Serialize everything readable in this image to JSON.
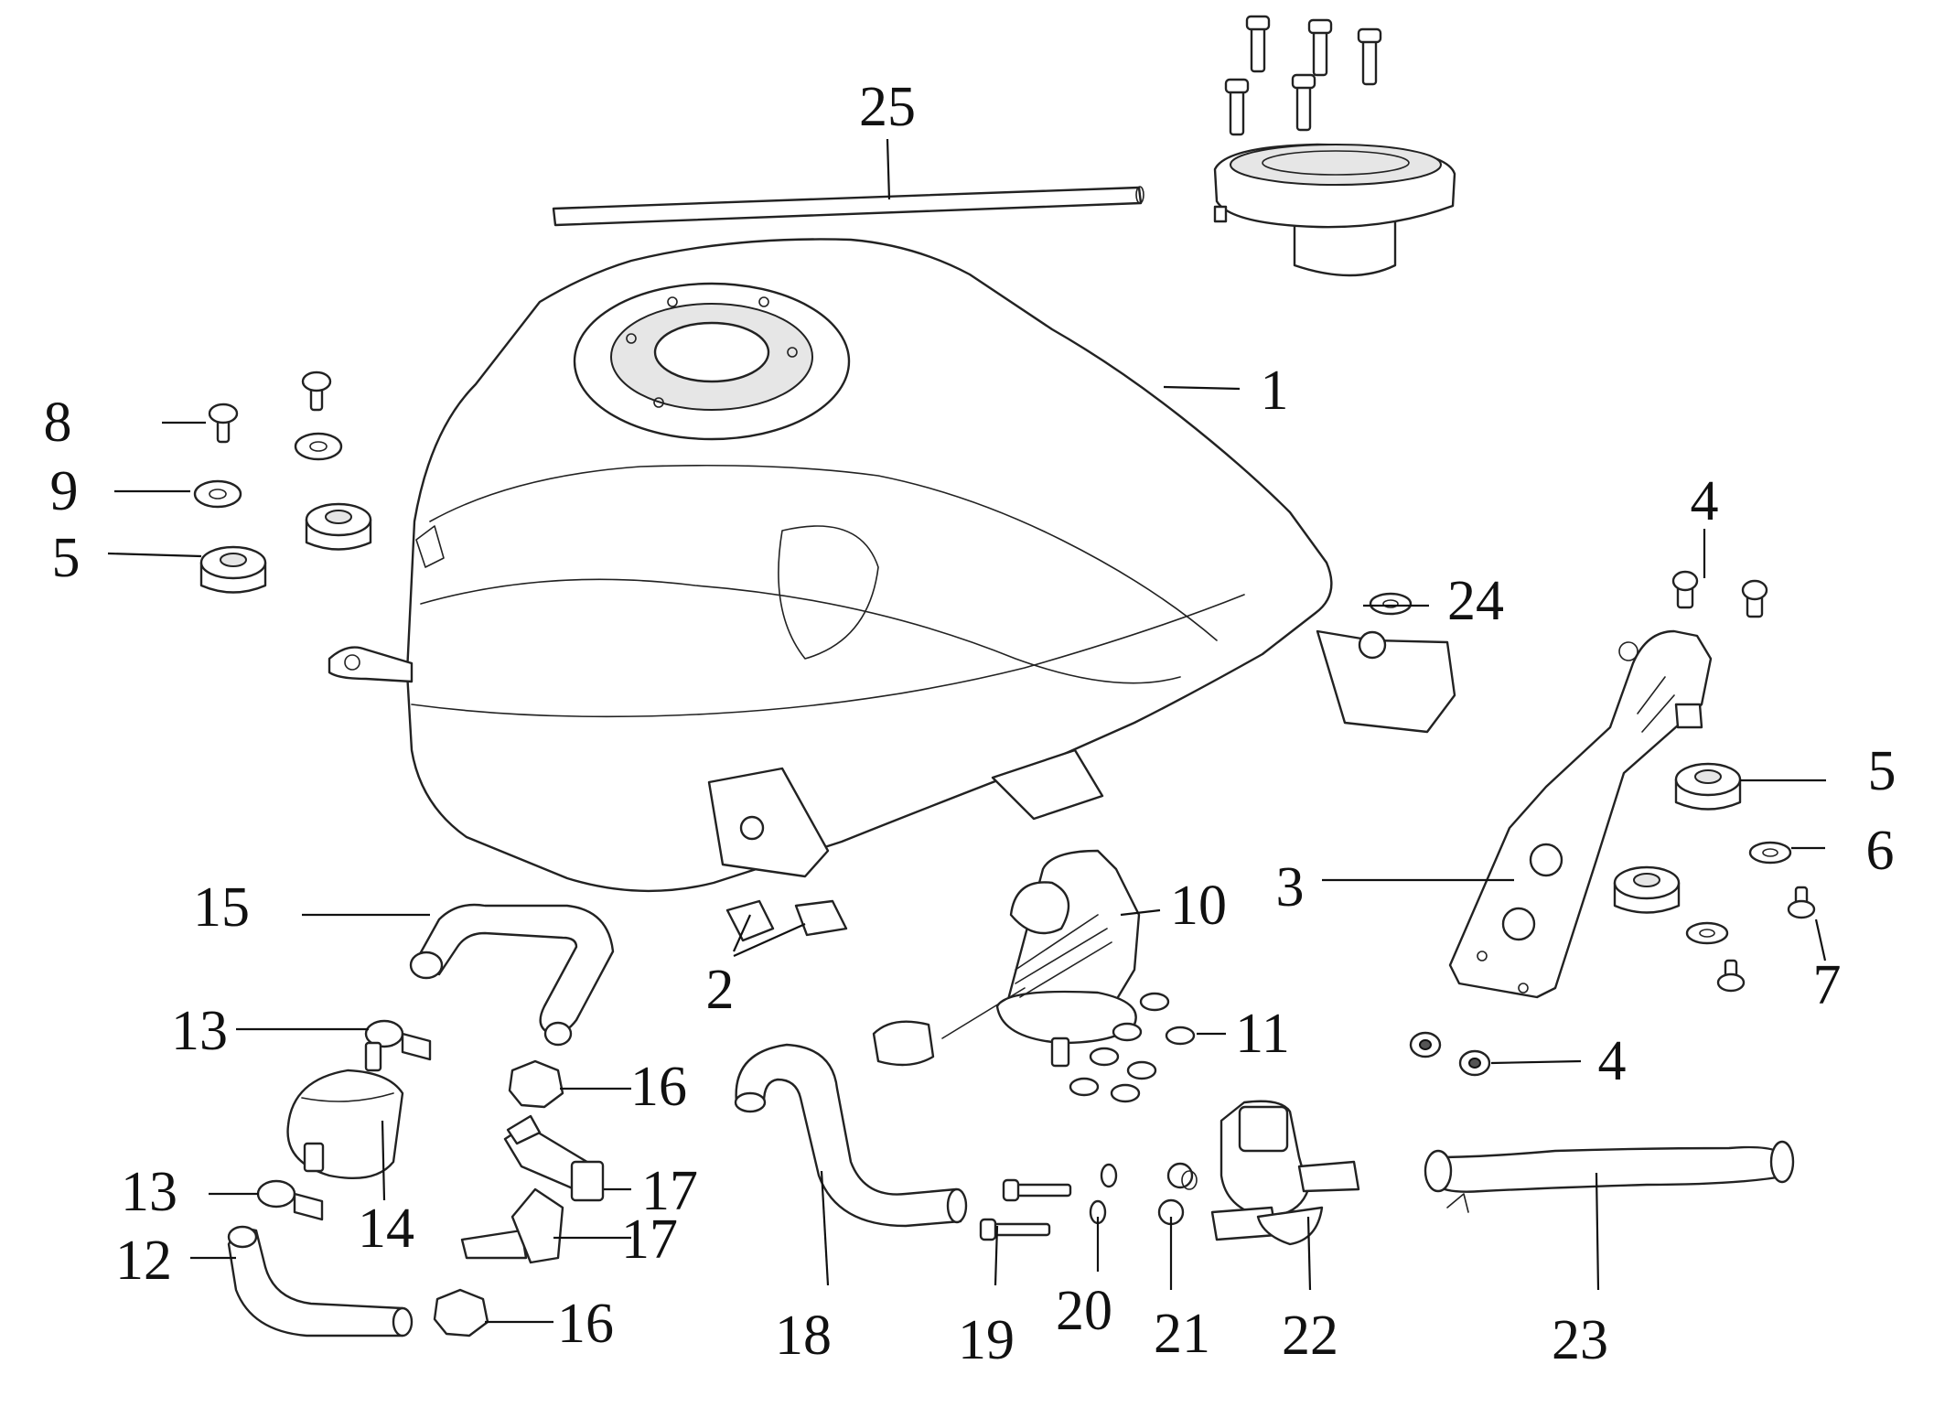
{
  "callouts": {
    "c1": "1",
    "c2": "2",
    "c3": "3",
    "c4a": "4",
    "c4b": "4",
    "c5a": "5",
    "c5b": "5",
    "c6": "6",
    "c7": "7",
    "c8": "8",
    "c9": "9",
    "c10": "10",
    "c11": "11",
    "c12": "12",
    "c13a": "13",
    "c13b": "13",
    "c14": "14",
    "c15": "15",
    "c16a": "16",
    "c16b": "16",
    "c17a": "17",
    "c17b": "17",
    "c18": "18",
    "c19": "19",
    "c20": "20",
    "c21": "21",
    "c22": "22",
    "c23": "23",
    "c24": "24",
    "c25": "25"
  }
}
